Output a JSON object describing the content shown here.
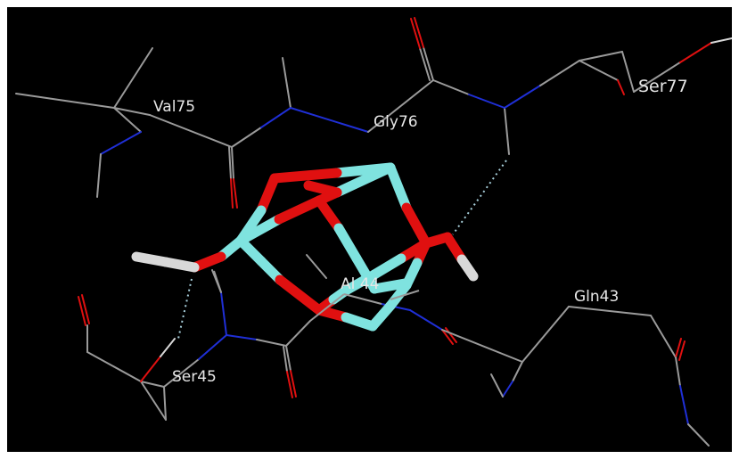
{
  "scene": {
    "background_color": "#000000",
    "colors": {
      "carbon": "#9a9a9a",
      "nitrogen": "#1f2fd6",
      "oxygen": "#e01010",
      "hydrogen": "#d8d8d8",
      "aluminium": "#7fe3df",
      "hbond": "#a8d0dc"
    }
  },
  "residue_labels": {
    "val75": "Val75",
    "gly76": "Gly76",
    "ser77": "Ser77",
    "ala44": "Al 44",
    "gln43": "Gln43",
    "ser45": "Ser45"
  }
}
